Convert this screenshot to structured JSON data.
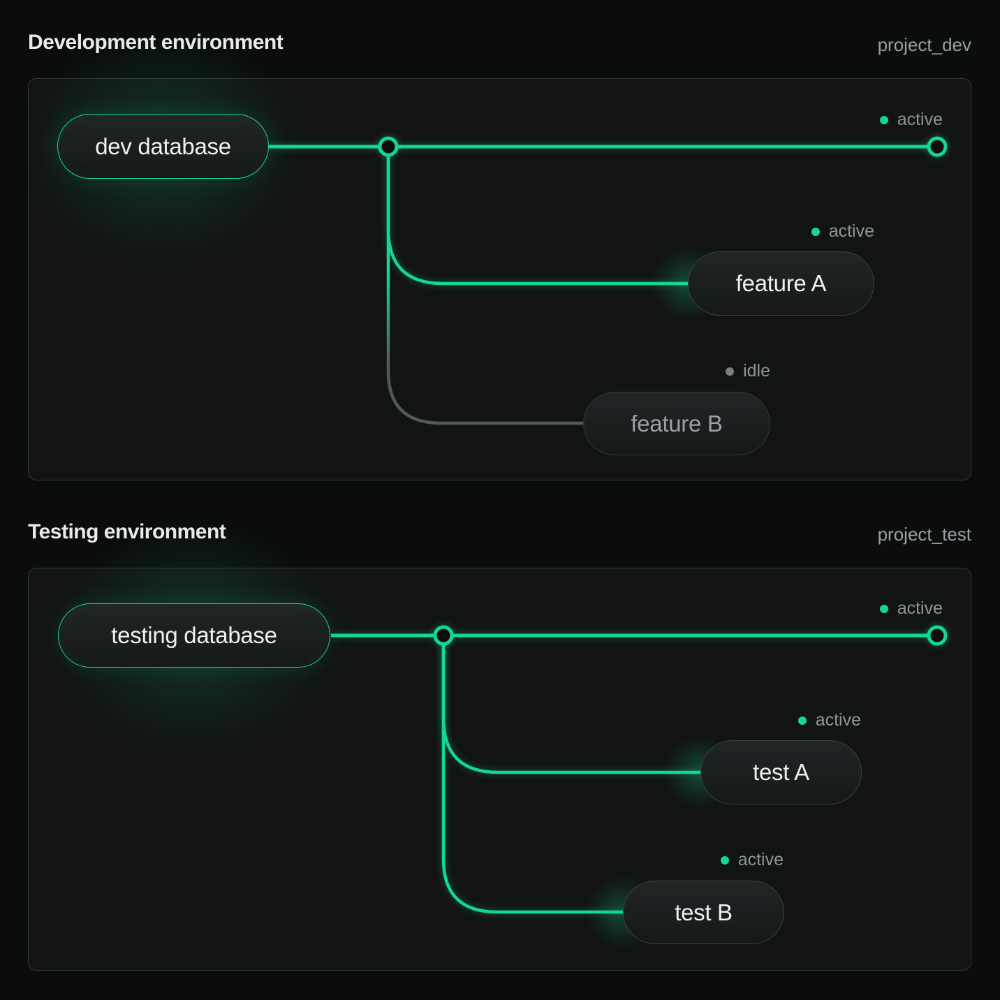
{
  "colors": {
    "accent": "#14d795",
    "idle_line": "#53585b",
    "status_text": "#8d9499",
    "title": "#e9ebec",
    "muted": "#99a0a5",
    "page_bg": "#0b0d0d",
    "panel_bg": "#121414",
    "panel_border": "#34383b",
    "pill_border": "#3b4043",
    "pill_text": "#eef0f1",
    "idle_text": "#9aa1a7"
  },
  "sections": [
    {
      "title": "Development environment",
      "project_label": "project_dev",
      "root": {
        "label": "dev database",
        "status": "active"
      },
      "branches": [
        {
          "label": "feature A",
          "status": "active"
        },
        {
          "label": "feature B",
          "status": "idle"
        }
      ]
    },
    {
      "title": "Testing environment",
      "project_label": "project_test",
      "root": {
        "label": "testing database",
        "status": "active"
      },
      "branches": [
        {
          "label": "test A",
          "status": "active"
        },
        {
          "label": "test B",
          "status": "active"
        }
      ]
    }
  ]
}
